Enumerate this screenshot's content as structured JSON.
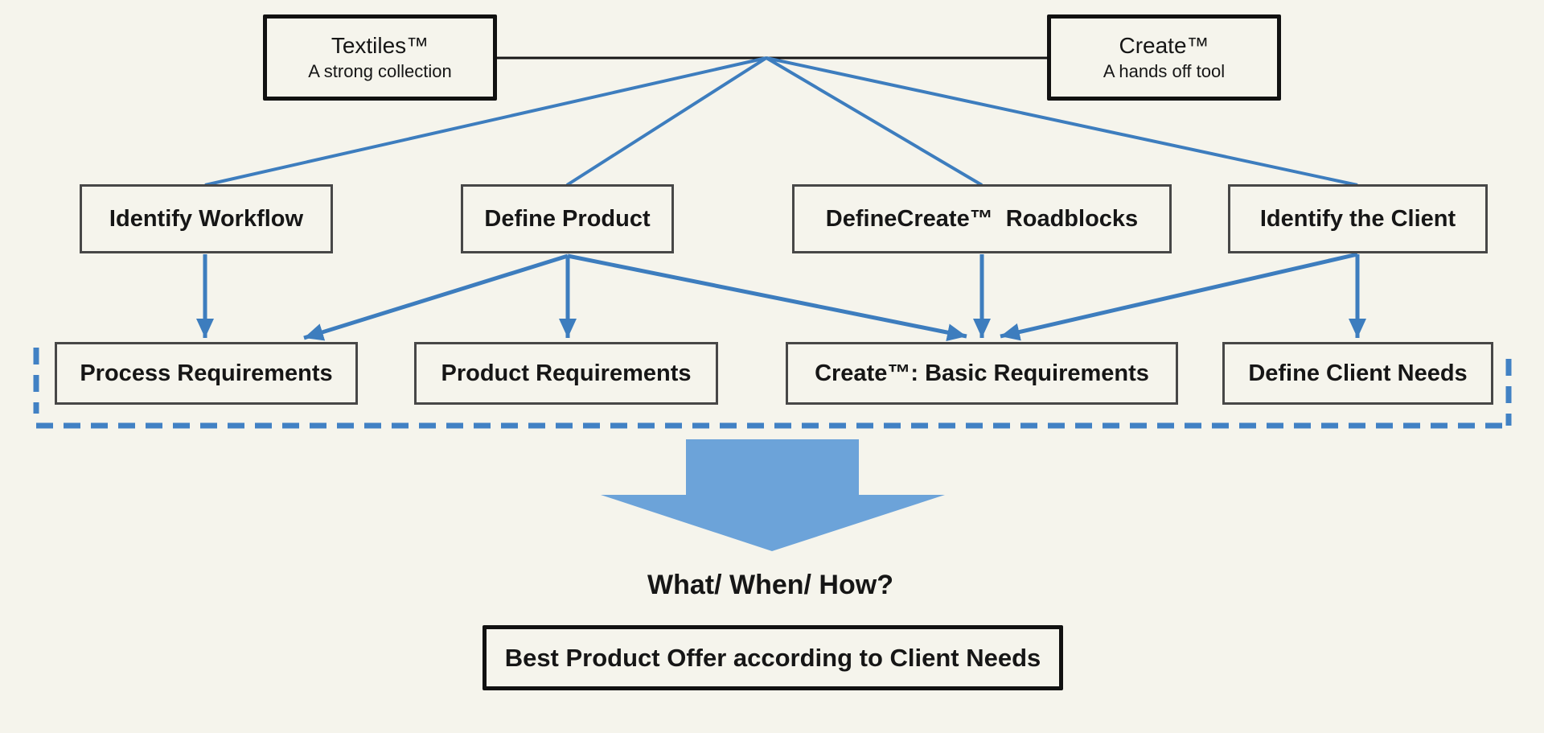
{
  "colors": {
    "background": "#f5f4ec",
    "line_blue": "#3d7dbe",
    "dash_blue": "#4181c4",
    "big_arrow_fill": "#6ca3d9",
    "box_border_dark": "#111111",
    "box_border_gray": "#474747"
  },
  "header": {
    "left": {
      "title": "Textiles™",
      "subtitle": "A strong collection"
    },
    "right": {
      "title": "Create™",
      "subtitle": "A hands off tool"
    }
  },
  "level2": {
    "items": [
      {
        "label": "Identify Workflow"
      },
      {
        "label": "Define Product"
      },
      {
        "label": "DefineCreate™  Roadblocks"
      },
      {
        "label": "Identify the Client"
      }
    ]
  },
  "level3": {
    "items": [
      {
        "label": "Process Requirements"
      },
      {
        "label": "Product Requirements"
      },
      {
        "label": "Create™: Basic Requirements"
      },
      {
        "label": "Define Client Needs"
      }
    ]
  },
  "footer": {
    "question": "What/ When/ How?",
    "result": "Best Product Offer according to Client Needs"
  }
}
